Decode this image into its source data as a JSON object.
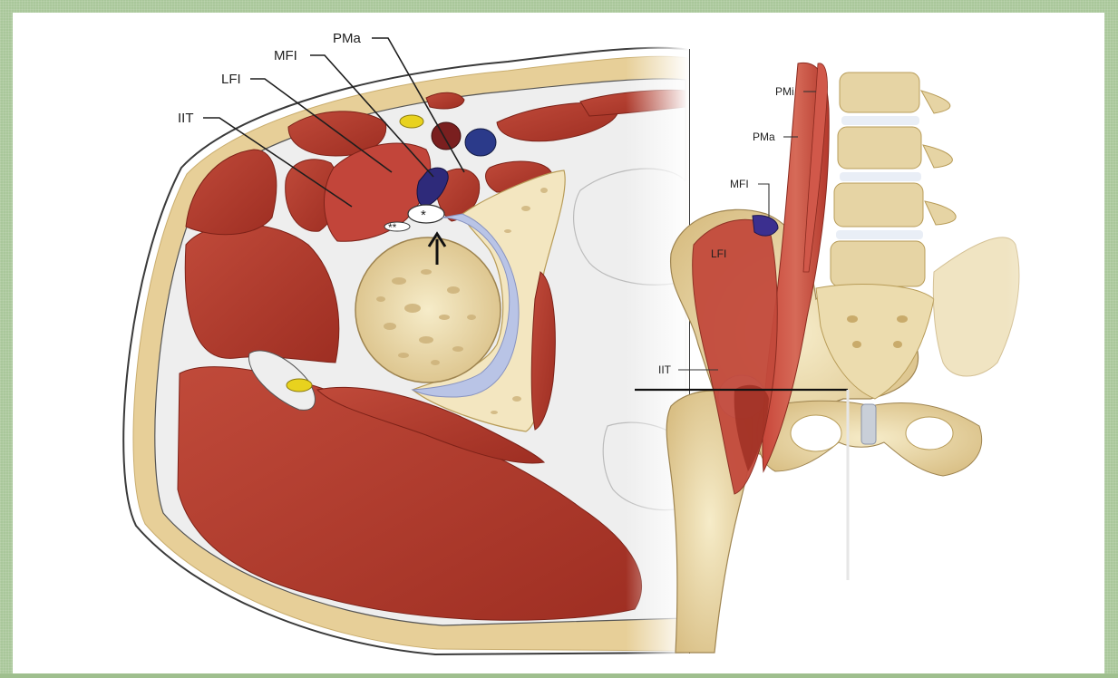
{
  "cross_section": {
    "labels": {
      "pma": "PMa",
      "mfi": "MFI",
      "lfi": "LFI",
      "iit": "IIT"
    },
    "markers": {
      "asterisk": "*",
      "double_asterisk": "**"
    }
  },
  "anatomy_view": {
    "labels": {
      "pmi": "PMi",
      "pma": "PMa",
      "mfi": "MFI",
      "lfi": "LFI",
      "iit": "IIT"
    }
  },
  "colors": {
    "muscle": "#b53a2b",
    "skin_fat": "#e7cf98",
    "bone": "#f3e6c0",
    "vein": "#2b3a8a",
    "artery": "#7a1f1f",
    "nerve": "#e8d21e",
    "cartilage": "#b9c4e6",
    "frame": "#a9c79a"
  }
}
